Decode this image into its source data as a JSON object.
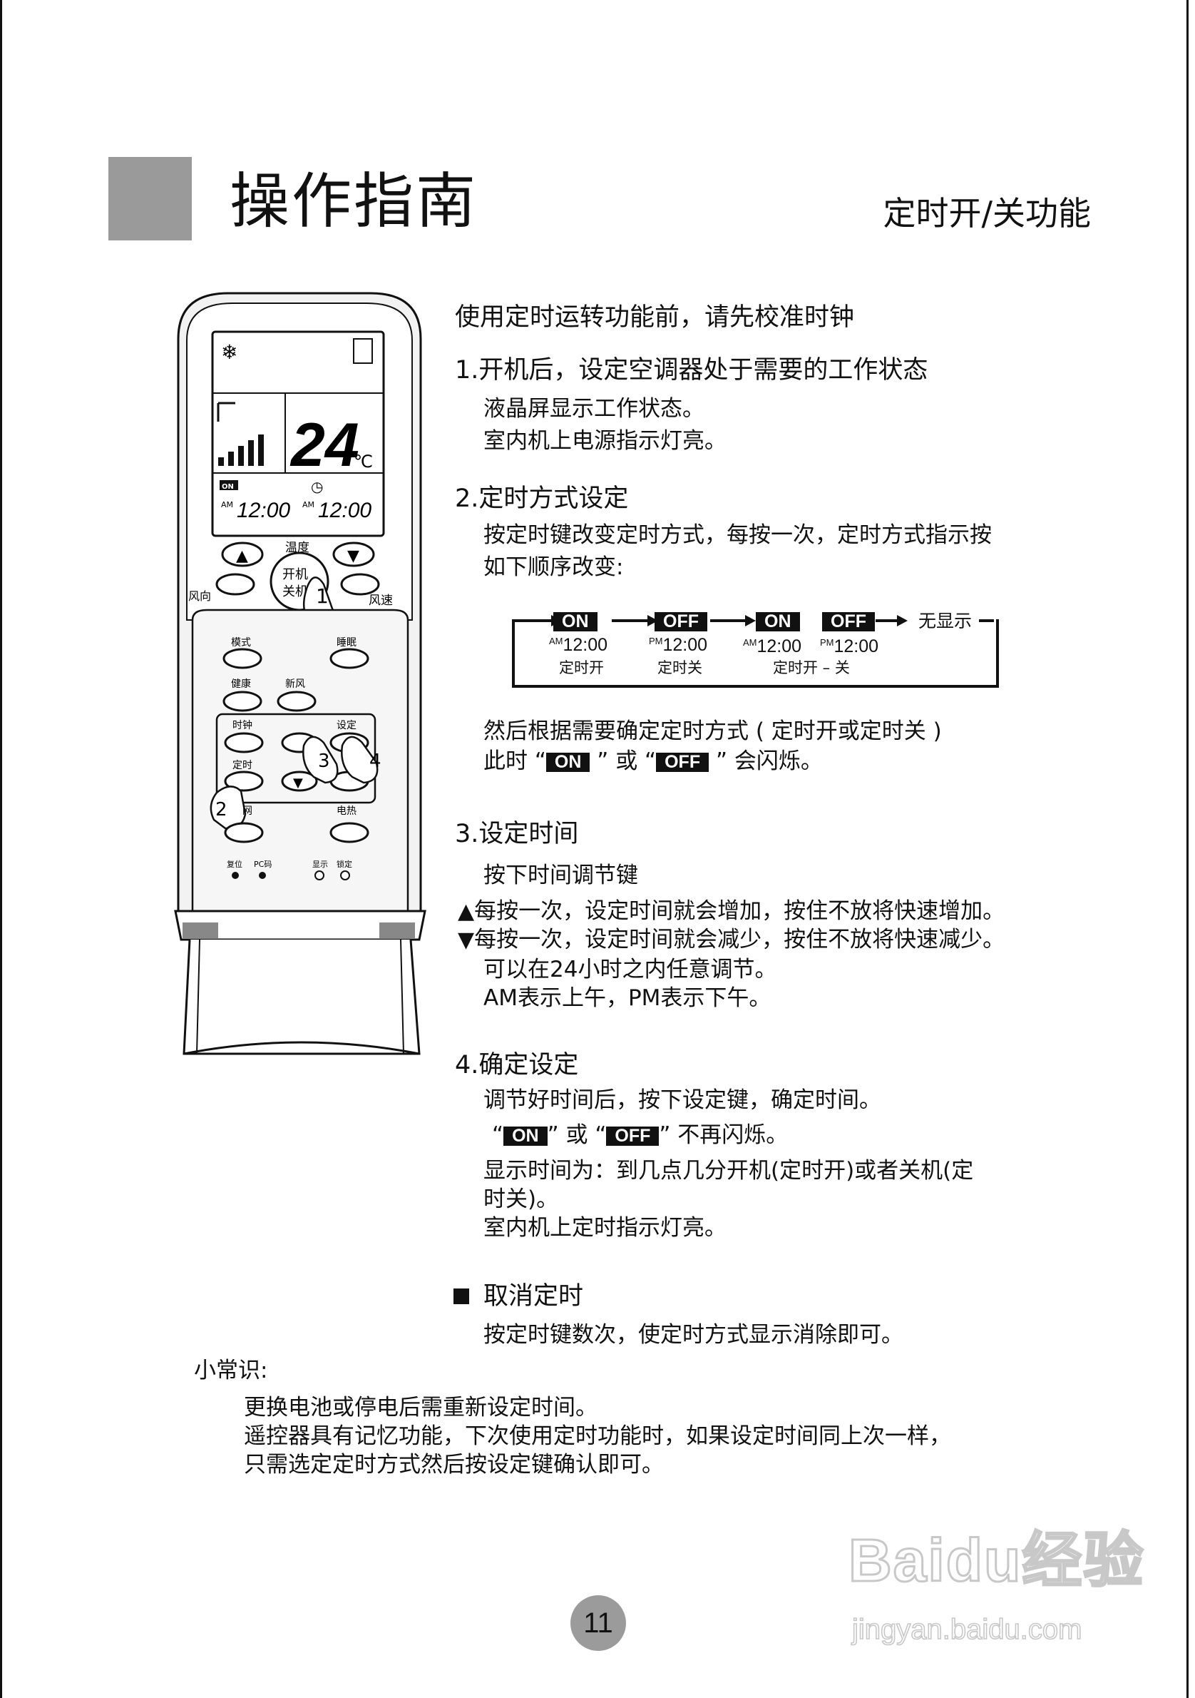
{
  "header": {
    "title": "操作指南",
    "section": "定时开/关功能"
  },
  "intro": "使用定时运转功能前，请先校准时钟",
  "step1": {
    "title": "1.开机后，设定空调器处于需要的工作状态",
    "lines": [
      "液晶屏显示工作状态。",
      "室内机上电源指示灯亮。"
    ]
  },
  "step2": {
    "title": "2.定时方式设定",
    "lines": [
      "按定时键改变定时方式，每按一次，定时方式指示按",
      "如下顺序改变:"
    ],
    "flow": {
      "chips": [
        "ON",
        "OFF",
        "ON",
        "OFF"
      ],
      "none_label": "无显示",
      "times": [
        {
          "prefix": "AM",
          "time": "12:00"
        },
        {
          "prefix": "PM",
          "time": "12:00"
        },
        {
          "prefix": "AM",
          "time": "12:00"
        },
        {
          "prefix": "PM",
          "time": "12:00"
        }
      ],
      "labels": [
        "定时开",
        "定时关",
        "定时开 – 关"
      ]
    },
    "after1": "然后根据需要确定定时方式 ( 定时开或定时关 )",
    "after2_pre": "此时 “",
    "after2_mid1": " ” 或 “",
    "after2_post": " ”  会闪烁。"
  },
  "step3": {
    "title": "3.设定时间",
    "sub": "按下时间调节键",
    "up_line": "每按一次，设定时间就会增加，按住不放将快速增加。",
    "down_line": "每按一次，设定时间就会减少，按住不放将快速减少。",
    "lines": [
      "可以在24小时之内任意调节。",
      "AM表示上午，PM表示下午。"
    ]
  },
  "step4": {
    "title": "4.确定设定",
    "line1": "调节好时间后，按下设定键，确定时间。",
    "chip_pre": "“",
    "chip_mid": "” 或 “",
    "chip_post": "” 不再闪烁。",
    "lines": [
      "显示时间为：到几点几分开机(定时开)或者关机(定",
      "时关)。",
      "室内机上定时指示灯亮。"
    ]
  },
  "cancel": {
    "title": "取消定时",
    "line": "按定时键数次，使定时方式显示消除即可。"
  },
  "tips": {
    "title": "小常识:",
    "lines": [
      "更换电池或停电后需重新设定时间。",
      "遥控器具有记忆功能，下次使用定时功能时，如果设定时间同上次一样，",
      "只需选定定时方式然后按设定键确认即可。"
    ]
  },
  "remote": {
    "lcd_temp": "24",
    "lcd_unit": "℃",
    "lcd_on_tag": "ON",
    "lcd_am1": "AM",
    "lcd_time1": "12:00",
    "lcd_am2": "AM",
    "lcd_time2": "12:00",
    "temp_label": "温度",
    "power_label_1": "开机",
    "power_label_2": "关机",
    "swing_label": "风向",
    "fan_label": "风速",
    "mode_label": "模式",
    "sleep_label": "睡眠",
    "health_label": "健康",
    "fresh_label": "新风",
    "clock_label": "时钟",
    "set_label": "设定",
    "timer_label": "定时",
    "net_label": "网",
    "heater_label": "电热",
    "reset_label": "复位",
    "pc_label": "PC码",
    "display_label": "显示",
    "lock_label": "锁定",
    "callouts": [
      "1",
      "2",
      "3",
      "4"
    ]
  },
  "page_number": "11",
  "watermark": {
    "main": "Baidu经验",
    "sub": "jingyan.baidu.com"
  }
}
